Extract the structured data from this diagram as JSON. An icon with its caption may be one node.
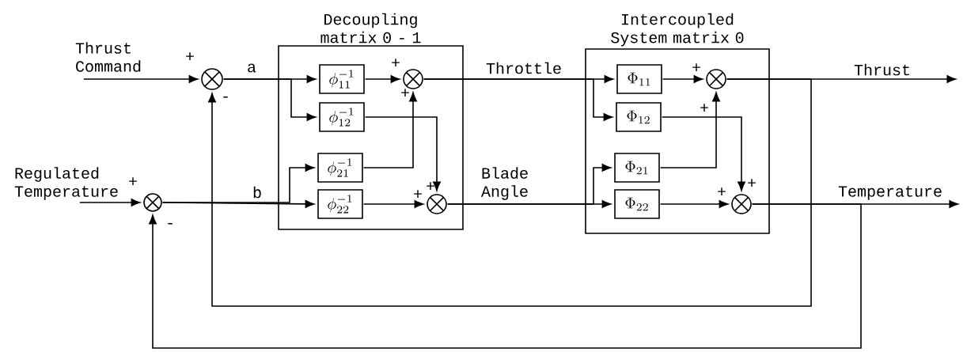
{
  "diagram": {
    "nodes": [
      {
        "text": [
          "Decoupling matrix 0 - 1"
        ]
      },
      {
        "text": [
          "Intercoupled System matrix 0"
        ]
      },
      {
        "text": [],
        "shape": "circle"
      },
      {
        "text": [],
        "shape": "circle"
      },
      {
        "text": [
          "\\phi^{-1}_{11}"
        ],
        "in": 0
      },
      {
        "text": [
          "\\phi^{-1}_{12}"
        ],
        "in": 0
      },
      {
        "text": [
          "\\phi^{-1}_{21}"
        ],
        "in": 0
      },
      {
        "text": [
          "\\phi^{-1}_{22}"
        ],
        "in": 0
      },
      {
        "text": [],
        "shape": "circle",
        "in": 0
      },
      {
        "text": [],
        "shape": "circle",
        "in": 0
      },
      {
        "text": [
          "\\Phi_{11}"
        ],
        "in": 1
      },
      {
        "text": [
          "\\Phi_{12}"
        ],
        "in": 1
      },
      {
        "text": [
          "\\Phi_{21}"
        ],
        "in": 1
      },
      {
        "text": [
          "\\Phi_{22}"
        ],
        "in": 1
      },
      {
        "text": [],
        "shape": "circle",
        "in": 1
      },
      {
        "text": [],
        "shape": "circle",
        "in": 1
      }
    ],
    "edges": [
      {
        "from": null,
        "to": 2,
        "arrow": "to",
        "label": "Thrust Command"
      },
      {
        "from": null,
        "to": 3,
        "arrow": "to",
        "label": "Regulated Temperature"
      },
      {
        "from": 2,
        "to": 4,
        "arrow": "to",
        "label": "a"
      },
      {
        "from": 2,
        "to": 5,
        "arrow": "to"
      },
      {
        "from": 3,
        "to": 6,
        "arrow": "to"
      },
      {
        "from": 3,
        "to": 7,
        "arrow": "to",
        "label": "b"
      },
      {
        "from": 4,
        "to": 8,
        "arrow": "to"
      },
      {
        "from": 5,
        "to": 9,
        "arrow": "to"
      },
      {
        "from": 6,
        "to": 8,
        "arrow": "to"
      },
      {
        "from": 7,
        "to": 9,
        "arrow": "to"
      },
      {
        "from": 8,
        "to": 10,
        "arrow": "to",
        "label": "Throttle"
      },
      {
        "from": 8,
        "to": 11,
        "arrow": "to"
      },
      {
        "from": 9,
        "to": 12,
        "arrow": "to",
        "label": "Blade Angle"
      },
      {
        "from": 9,
        "to": 13,
        "arrow": "to"
      },
      {
        "from": 10,
        "to": 14,
        "arrow": "to"
      },
      {
        "from": 11,
        "to": 15,
        "arrow": "to"
      },
      {
        "from": 12,
        "to": 14,
        "arrow": "to"
      },
      {
        "from": 13,
        "to": 15,
        "arrow": "to"
      },
      {
        "from": 14,
        "to": null,
        "arrow": "to",
        "label": "Thrust"
      },
      {
        "from": 15,
        "to": null,
        "arrow": "to",
        "label": "Temperature"
      },
      {
        "from": 14,
        "to": 2,
        "arrow": "to"
      },
      {
        "from": 15,
        "to": 3,
        "arrow": "to"
      }
    ],
    "labels": [
      "+",
      "-",
      "+",
      "-",
      "+",
      "+",
      "+",
      "+",
      "+",
      "+",
      "+",
      "+"
    ]
  }
}
